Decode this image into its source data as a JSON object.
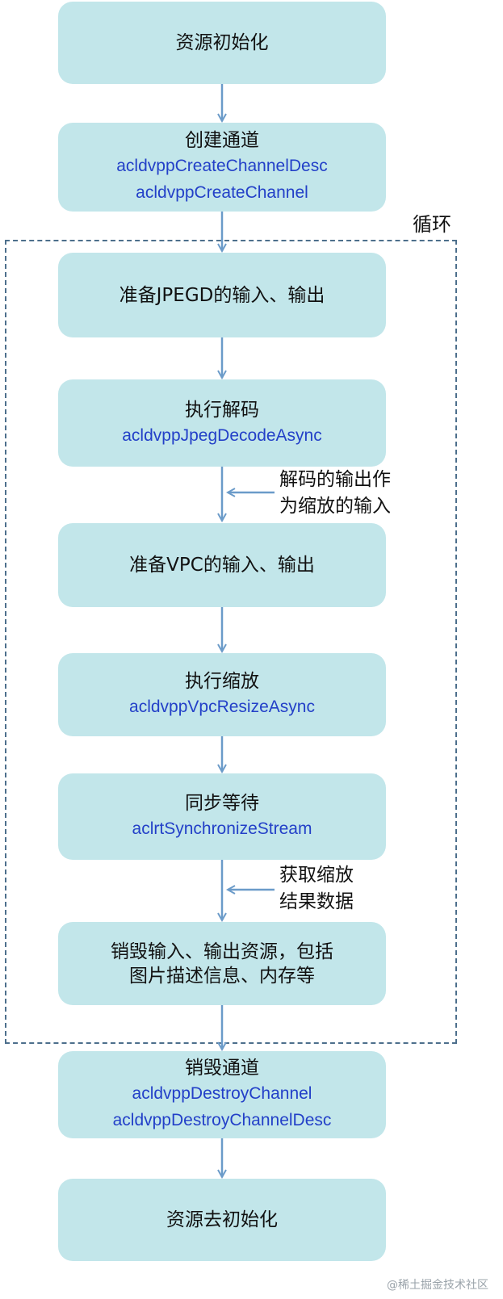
{
  "loop_label": "循环",
  "nodes": [
    {
      "title": "资源初始化",
      "apis": []
    },
    {
      "title": "创建通道",
      "apis": [
        "acldvppCreateChannelDesc",
        "acldvppCreateChannel"
      ]
    },
    {
      "title": "准备JPEGD的输入、输出",
      "apis": []
    },
    {
      "title": "执行解码",
      "apis": [
        "acldvppJpegDecodeAsync"
      ]
    },
    {
      "title": "准备VPC的输入、输出",
      "apis": []
    },
    {
      "title": "执行缩放",
      "apis": [
        "acldvppVpcResizeAsync"
      ]
    },
    {
      "title": "同步等待",
      "apis": [
        "aclrtSynchronizeStream"
      ]
    },
    {
      "title": "销毁输入、输出资源，包括",
      "subtitle": "图片描述信息、内存等",
      "apis": []
    },
    {
      "title": "销毁通道",
      "apis": [
        "acldvppDestroyChannel",
        "acldvppDestroyChannelDesc"
      ]
    },
    {
      "title": "资源去初始化",
      "apis": []
    }
  ],
  "notes": [
    {
      "line1": "解码的输出作",
      "line2": "为缩放的输入"
    },
    {
      "line1": "获取缩放",
      "line2": "结果数据"
    }
  ],
  "watermark": "@稀土掘金技术社区",
  "colors": {
    "node_fill": "#c2e6ea",
    "api_text": "#2340c8",
    "arrow": "#6b9bc9",
    "loop_border": "#4d6f8c"
  }
}
